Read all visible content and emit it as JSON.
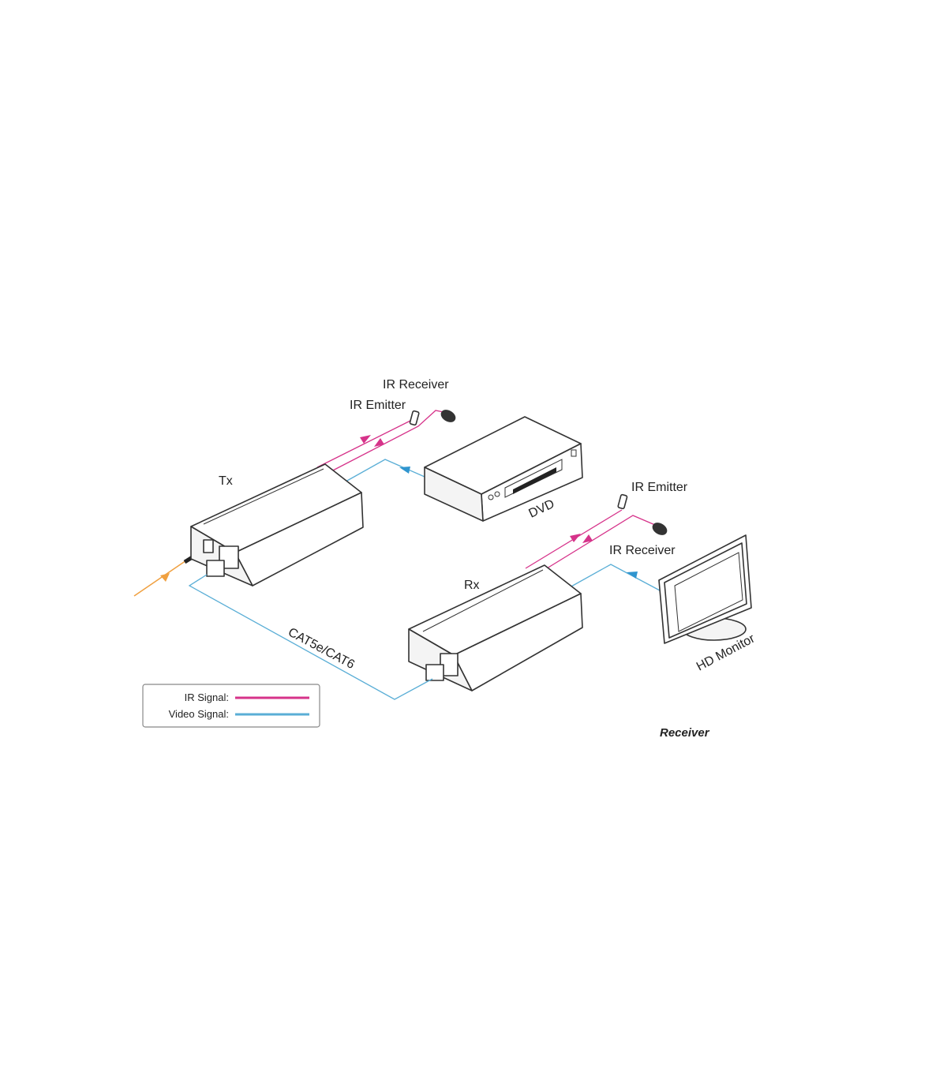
{
  "labels": {
    "tx_ir_receiver": "IR Receiver",
    "tx_ir_emitter": "IR Emitter",
    "tx": "Tx",
    "dvd": "DVD",
    "rx_ir_emitter": "IR Emitter",
    "rx_ir_receiver": "IR Receiver",
    "rx": "Rx",
    "hd_monitor": "HD Monitor",
    "cable": "CAT5e/CAT6",
    "caption": "Receiver"
  },
  "legend": {
    "items": [
      {
        "label": "IR Signal:",
        "color": "#d6338a"
      },
      {
        "label": "Video Signal:",
        "color": "#5aaed6"
      }
    ]
  },
  "colors": {
    "ir": "#d6338a",
    "video": "#5aaed6",
    "power": "#f0a040"
  }
}
